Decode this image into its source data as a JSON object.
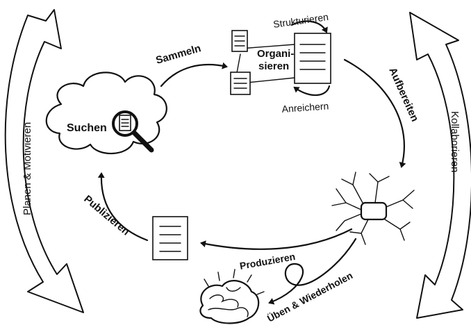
{
  "diagram": {
    "cycle_steps": {
      "collect": "Sammeln",
      "structure": "Strukturieren",
      "organize_line1": "Organi-",
      "organize_line2": "sieren",
      "enrich": "Anreichern",
      "prepare": "Aufbereiten",
      "produce": "Produzieren",
      "practice": "Üben & Wiederholen",
      "publish": "Publizieren",
      "search": "Suchen"
    },
    "side_processes": {
      "left": "Planen & Motivieren",
      "right": "Kollaborieren"
    }
  }
}
